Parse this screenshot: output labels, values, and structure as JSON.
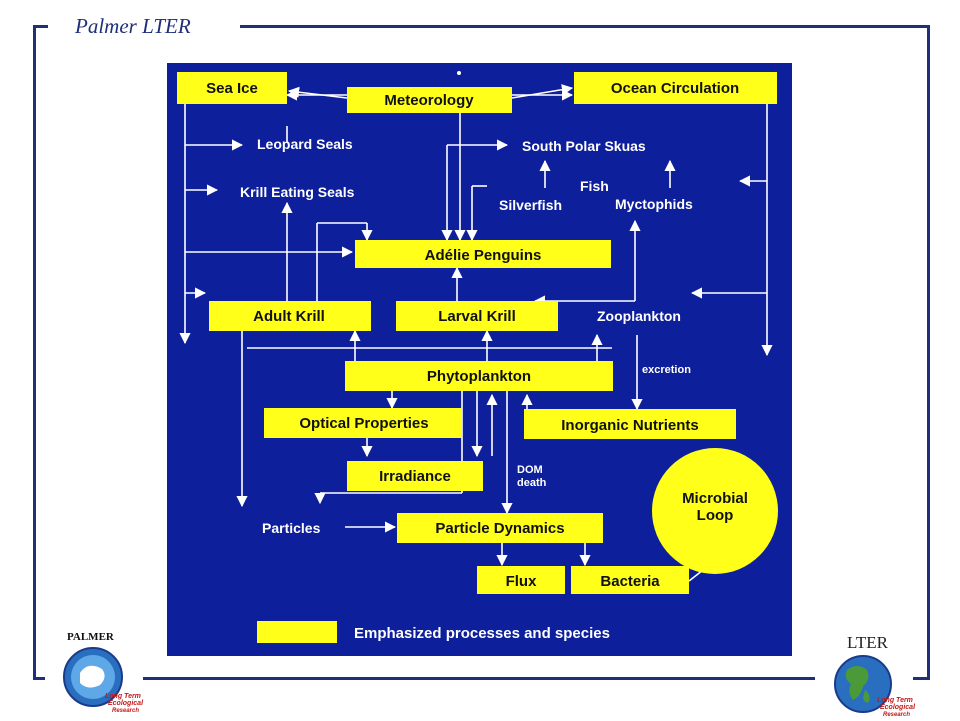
{
  "header": {
    "title": "Palmer LTER"
  },
  "colors": {
    "frame": "#1f2f7a",
    "panel_background": "#0d1f9a",
    "emphasis_box": "#ffff1a",
    "arrow": "#ffffff",
    "text_on_box": "#111111",
    "text_on_panel": "#ffffff"
  },
  "diagram": {
    "boxes": {
      "sea_ice": "Sea Ice",
      "meteorology": "Meteorology",
      "ocean_circulation": "Ocean Circulation",
      "adelie_penguins": "Adélie Penguins",
      "adult_krill": "Adult Krill",
      "larval_krill": "Larval Krill",
      "phytoplankton": "Phytoplankton",
      "optical_properties": "Optical Properties",
      "inorganic_nutrients": "Inorganic Nutrients",
      "irradiance": "Irradiance",
      "particle_dynamics": "Particle Dynamics",
      "flux": "Flux",
      "bacteria": "Bacteria",
      "microbial_loop_line1": "Microbial",
      "microbial_loop_line2": "Loop"
    },
    "labels": {
      "leopard_seals": "Leopard Seals",
      "south_polar_skuas": "South Polar Skuas",
      "krill_eating_seals": "Krill Eating Seals",
      "fish": "Fish",
      "silverfish": "Silverfish",
      "myctophids": "Myctophids",
      "zooplankton": "Zooplankton",
      "excretion": "excretion",
      "dom": "DOM",
      "death": "death",
      "particles": "Particles"
    },
    "legend": {
      "text": "Emphasized processes and species"
    }
  },
  "logos": {
    "palmer": {
      "caption": "PALMER",
      "ring_line1": "Long Term",
      "ring_line2": "Ecological",
      "ring_line3": "Research"
    },
    "lter": {
      "caption": "LTER",
      "ring_line1": "Long Term",
      "ring_line2": "Ecological",
      "ring_line3": "Research"
    }
  }
}
